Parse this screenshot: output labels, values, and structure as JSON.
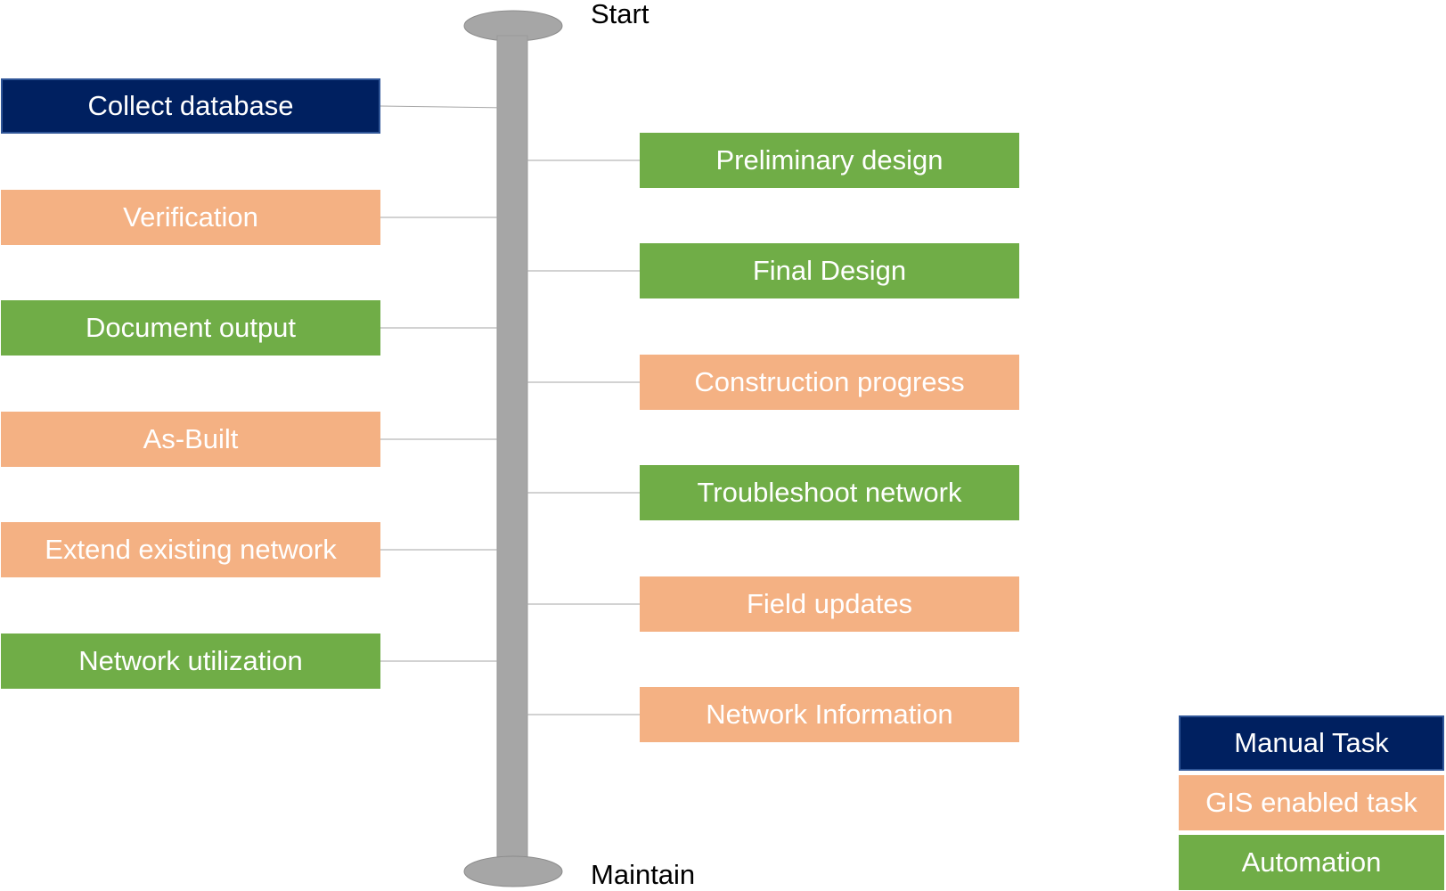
{
  "timeline": {
    "start_label": "Start",
    "end_label": "Maintain"
  },
  "categories": {
    "manual": {
      "label": "Manual Task",
      "color": "#002060"
    },
    "gis": {
      "label": "GIS enabled task",
      "color": "#f4b183"
    },
    "automation": {
      "label": "Automation",
      "color": "#70ad47"
    }
  },
  "left_tasks": [
    {
      "label": "Collect database",
      "category": "manual"
    },
    {
      "label": "Verification",
      "category": "gis"
    },
    {
      "label": "Document output",
      "category": "automation"
    },
    {
      "label": "As-Built",
      "category": "gis"
    },
    {
      "label": "Extend existing network",
      "category": "gis"
    },
    {
      "label": "Network utilization",
      "category": "automation"
    }
  ],
  "right_tasks": [
    {
      "label": "Preliminary design",
      "category": "automation"
    },
    {
      "label": "Final Design",
      "category": "automation"
    },
    {
      "label": "Construction progress",
      "category": "gis"
    },
    {
      "label": "Troubleshoot network",
      "category": "automation"
    },
    {
      "label": "Field updates",
      "category": "gis"
    },
    {
      "label": "Network Information",
      "category": "gis"
    }
  ],
  "legend": [
    "manual",
    "gis",
    "automation"
  ]
}
